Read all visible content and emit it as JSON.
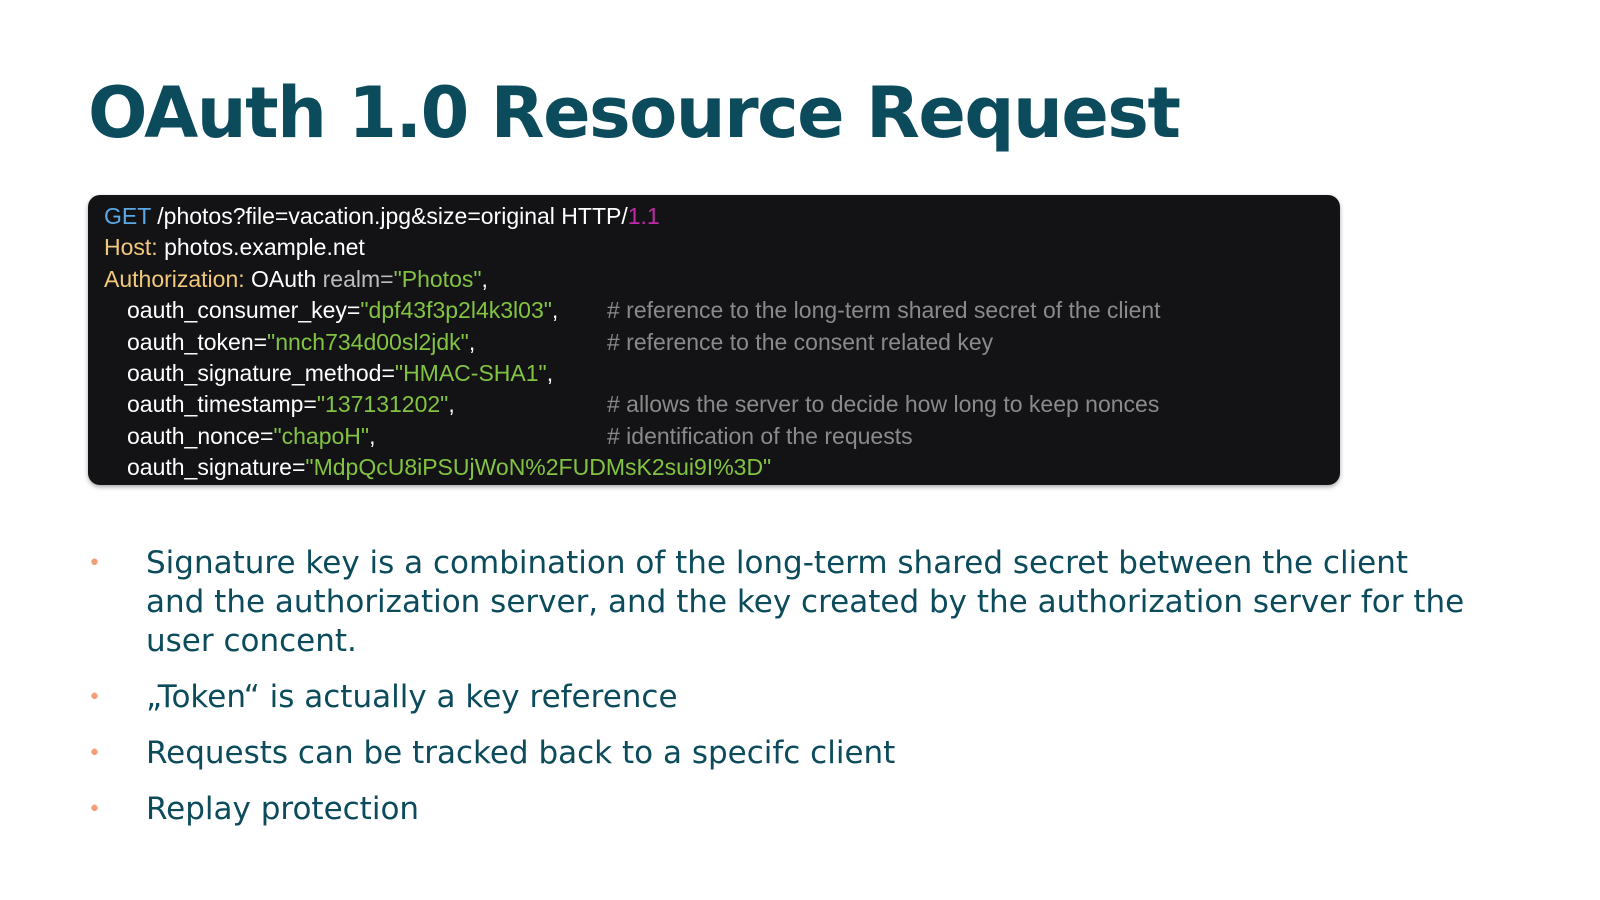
{
  "slide": {
    "title": "OAuth 1.0 Resource Request"
  },
  "code": {
    "line1": {
      "method": "GET",
      "path": " /photos?file=vacation.jpg&size=original HTTP/",
      "version": "1.1"
    },
    "line2": {
      "header": "Host:",
      "value": " photos.example.net"
    },
    "line3": {
      "header": "Authorization:",
      "scheme": " OAuth",
      "realm_key": " realm=",
      "realm_value": "\"Photos\"",
      "comma": ","
    },
    "params": [
      {
        "key": "oauth_consumer_key=",
        "value": "\"dpf43f3p2l4k3l03\"",
        "comma": ",",
        "comment": "# reference to the long-term shared secret of the client"
      },
      {
        "key": "oauth_token=",
        "value": "\"nnch734d00sl2jdk\"",
        "comma": ",",
        "comment": "# reference to the consent related key"
      },
      {
        "key": "oauth_signature_method=",
        "value": "\"HMAC-SHA1\"",
        "comma": ",",
        "comment": ""
      },
      {
        "key": "oauth_timestamp=",
        "value": "\"137131202\"",
        "comma": ",",
        "comment": "# allows the server to decide how long to keep nonces"
      },
      {
        "key": "oauth_nonce=",
        "value": "\"chapoH\"",
        "comma": ",",
        "comment": "# identification of the requests"
      },
      {
        "key": "oauth_signature=",
        "value": "\"MdpQcU8iPSUjWoN%2FUDMsK2sui9I%3D\"",
        "comma": "",
        "comment": ""
      }
    ]
  },
  "bullets": {
    "marker": "•",
    "items": [
      "Signature key is a combination of the long-term shared secret between the client and the authorization server, and the key created by the authorization server for the user concent.",
      "„Token“ is actually a key reference",
      "Requests can be tracked back to a specifc client",
      "Replay protection"
    ]
  },
  "colors": {
    "title": "#0b4b5c",
    "code_background": "#131316",
    "method": "#5aa9e6",
    "version": "#c02aa8",
    "header_name": "#f2c87b",
    "string_value": "#82c341",
    "comment": "#8a8a8a",
    "bullet_marker": "#f0a078"
  }
}
